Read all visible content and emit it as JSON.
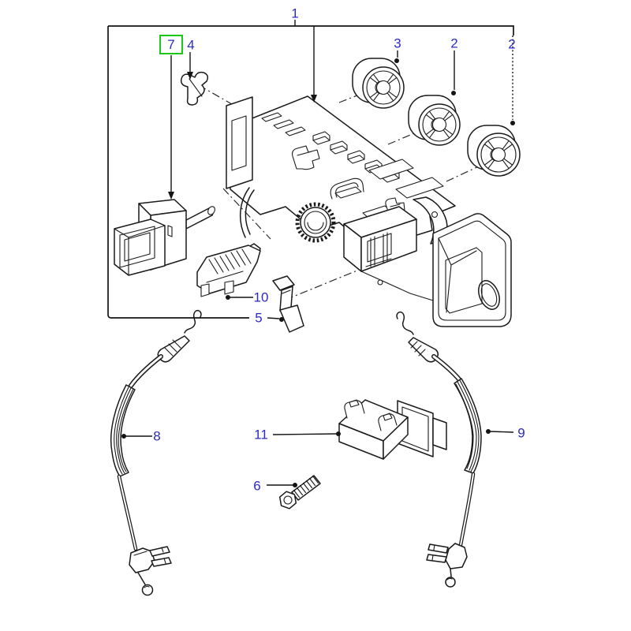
{
  "diagram": {
    "type": "exploded-parts-diagram",
    "subject": "heater control panel assembly",
    "colors": {
      "background": "#ffffff",
      "line": "#1a1a1a",
      "label": "#2b2bc4",
      "highlight_box": "#19c819"
    },
    "callouts": [
      {
        "label": "1",
        "part": "assembly-frame",
        "highlighted": false
      },
      {
        "label": "7",
        "part": "switch-with-shaft",
        "highlighted": true
      },
      {
        "label": "4",
        "part": "retaining-clip",
        "highlighted": false
      },
      {
        "label": "3",
        "part": "control-knob",
        "highlighted": false
      },
      {
        "label": "2",
        "part": "control-knob",
        "highlighted": false
      },
      {
        "label": "2",
        "part": "control-knob",
        "highlighted": false
      },
      {
        "label": "10",
        "part": "connector",
        "highlighted": false
      },
      {
        "label": "5",
        "part": "clip-bracket",
        "highlighted": false
      },
      {
        "label": "8",
        "part": "control-cable-left",
        "highlighted": false
      },
      {
        "label": "9",
        "part": "control-cable-right",
        "highlighted": false
      },
      {
        "label": "11",
        "part": "resistor-block",
        "highlighted": false
      },
      {
        "label": "6",
        "part": "screw",
        "highlighted": false
      }
    ]
  }
}
